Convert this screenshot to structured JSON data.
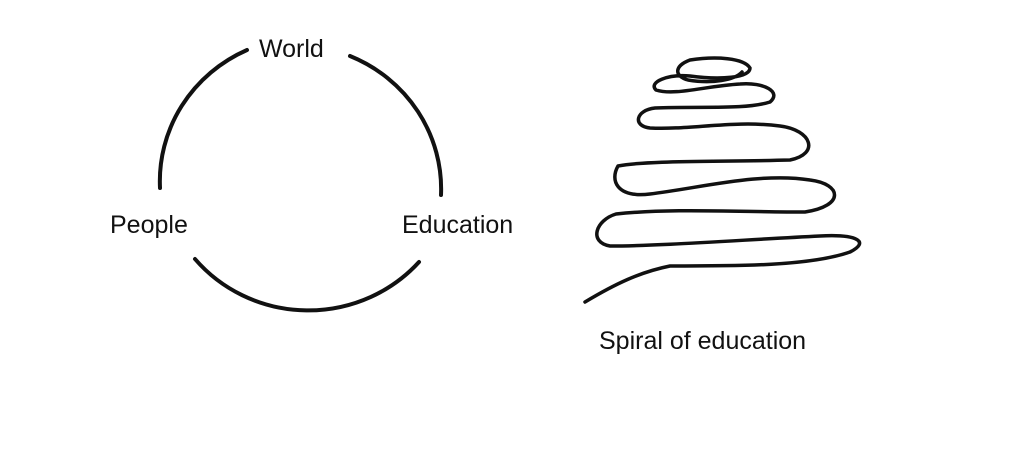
{
  "cycle_diagram": {
    "nodes": {
      "world": "World",
      "people": "People",
      "education": "Education"
    }
  },
  "spiral_diagram": {
    "caption": "Spiral of education"
  },
  "colors": {
    "stroke": "#111111",
    "background": "#ffffff"
  }
}
